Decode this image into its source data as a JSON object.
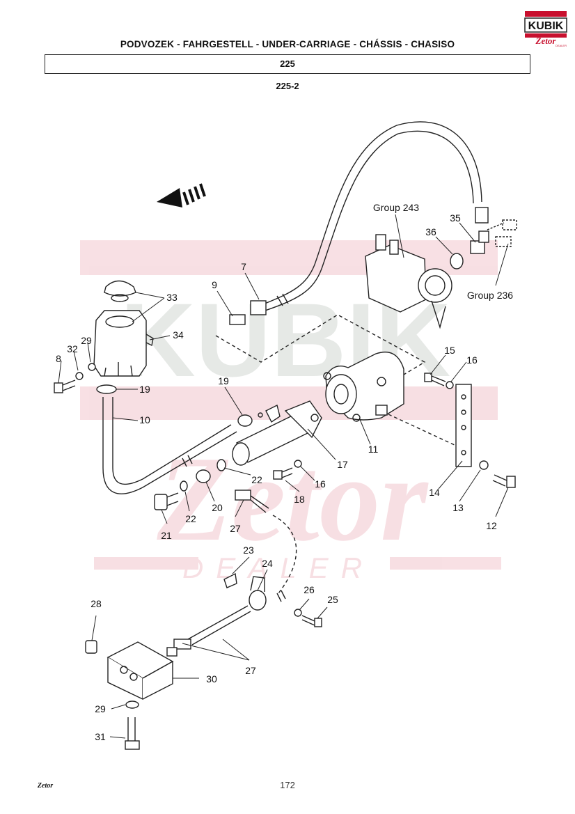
{
  "brand": {
    "logo_text": "KUBIK",
    "logo_subtext": "Zetor",
    "logo_dealer": "DEALER",
    "watermark_text": "KUBIK",
    "watermark_sub": "Zetor",
    "watermark_dealer": "DEALER",
    "accent": "#c8102e"
  },
  "header": {
    "title": "PODVOZEK - FAHRGESTELL - UNDER-CARRIAGE - CHÁSSIS - CHASISO",
    "group": "225",
    "subgroup": "225-2"
  },
  "callouts": {
    "c7": "7",
    "c9": "9",
    "c33": "33",
    "c34": "34",
    "c29a": "29",
    "c32": "32",
    "c8": "8",
    "c19a": "19",
    "c19b": "19",
    "c10": "10",
    "c35": "35",
    "c36": "36",
    "c15": "15",
    "c16a": "16",
    "c11": "11",
    "c17": "17",
    "c22a": "22",
    "c22b": "22",
    "c16b": "16",
    "c18": "18",
    "c20": "20",
    "c21": "21",
    "c27a": "27",
    "c14": "14",
    "c13": "13",
    "c12": "12",
    "c23": "23",
    "c24": "24",
    "c26": "26",
    "c25": "25",
    "c28": "28",
    "c30": "30",
    "c27b": "27",
    "c29b": "29",
    "c31": "31",
    "group243": "Group 243",
    "group236": "Group 236"
  },
  "footer": {
    "logo_text": "Zetor",
    "page_number": "172"
  }
}
